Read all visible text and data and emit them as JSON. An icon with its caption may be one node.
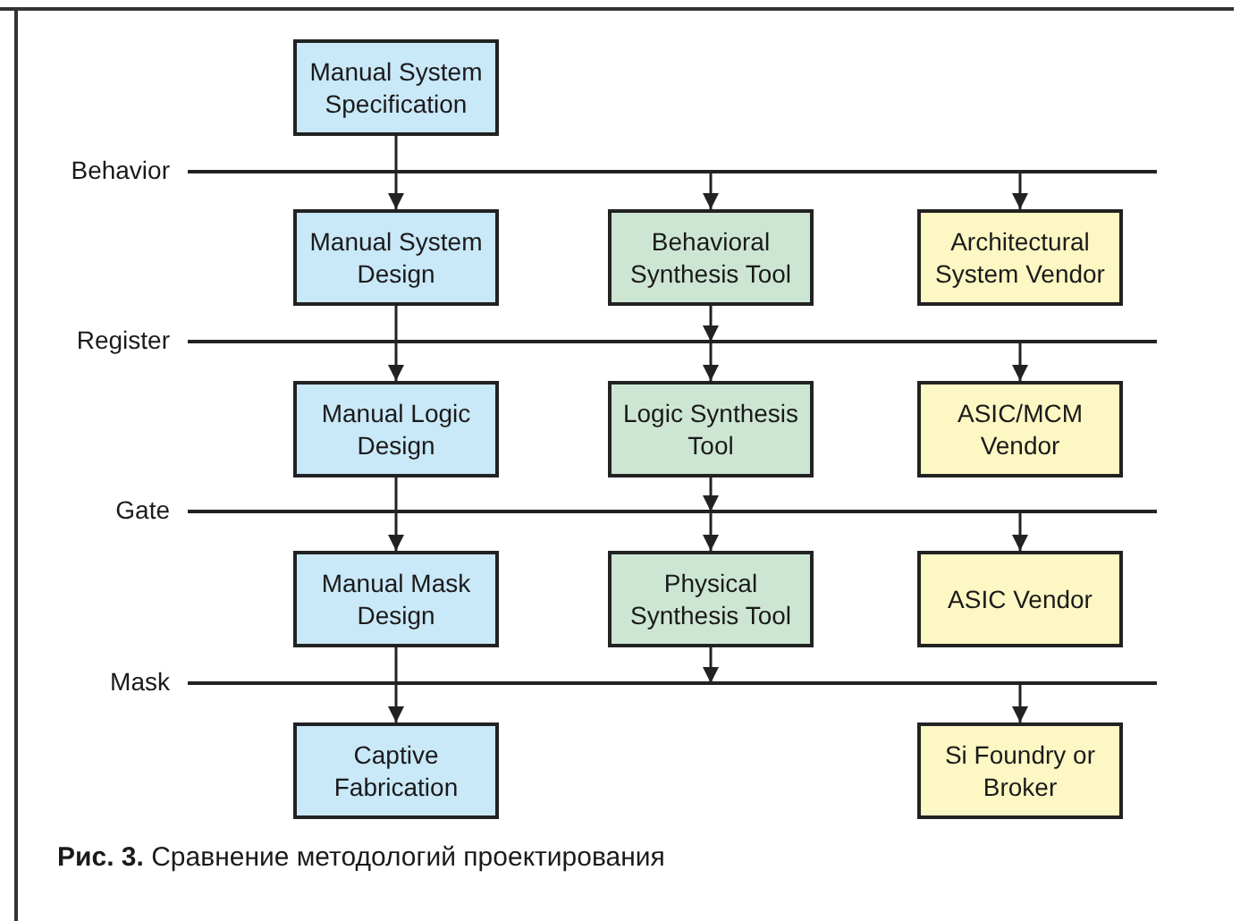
{
  "diagram": {
    "caption": "**Рис. 3.** Сравнение методологий проектирования",
    "nodes": [
      {
        "text": [
          "Manual System Specification"
        ]
      },
      {
        "text": [
          "Behavior"
        ]
      },
      {
        "text": [
          "Manual System Design"
        ]
      },
      {
        "text": [
          "Behavioral Synthesis Tool"
        ]
      },
      {
        "text": [
          "Architectural System Vendor"
        ]
      },
      {
        "text": [
          "Register"
        ]
      },
      {
        "text": [
          "Manual Logic Design"
        ]
      },
      {
        "text": [
          "Logic Synthesis Tool"
        ]
      },
      {
        "text": [
          "ASIC/MCM Vendor"
        ]
      },
      {
        "text": [
          "Gate"
        ]
      },
      {
        "text": [
          "Manual Mask Design"
        ]
      },
      {
        "text": [
          "Physical Synthesis Tool"
        ]
      },
      {
        "text": [
          "ASIC Vendor"
        ]
      },
      {
        "text": [
          "Mask"
        ]
      },
      {
        "text": [
          "Captive Fabrication"
        ]
      },
      {
        "text": [
          "Si Foundry or Broker"
        ]
      }
    ],
    "edges": [
      {
        "from": 0,
        "to": 1,
        "arrow": "none"
      },
      {
        "from": 1,
        "to": 2,
        "arrow": "to"
      },
      {
        "from": 1,
        "to": 3,
        "arrow": "to"
      },
      {
        "from": 1,
        "to": 4,
        "arrow": "to"
      },
      {
        "from": 2,
        "to": 5,
        "arrow": "none"
      },
      {
        "from": 3,
        "to": 5,
        "arrow": "to"
      },
      {
        "from": 5,
        "to": 6,
        "arrow": "to"
      },
      {
        "from": 5,
        "to": 7,
        "arrow": "to"
      },
      {
        "from": 5,
        "to": 8,
        "arrow": "to"
      },
      {
        "from": 6,
        "to": 9,
        "arrow": "none"
      },
      {
        "from": 7,
        "to": 9,
        "arrow": "to"
      },
      {
        "from": 9,
        "to": 10,
        "arrow": "to"
      },
      {
        "from": 9,
        "to": 11,
        "arrow": "to"
      },
      {
        "from": 9,
        "to": 12,
        "arrow": "to"
      },
      {
        "from": 10,
        "to": 13,
        "arrow": "none"
      },
      {
        "from": 11,
        "to": 13,
        "arrow": "to"
      },
      {
        "from": 13,
        "to": 14,
        "arrow": "to"
      },
      {
        "from": 13,
        "to": 15,
        "arrow": "to"
      }
    ]
  }
}
